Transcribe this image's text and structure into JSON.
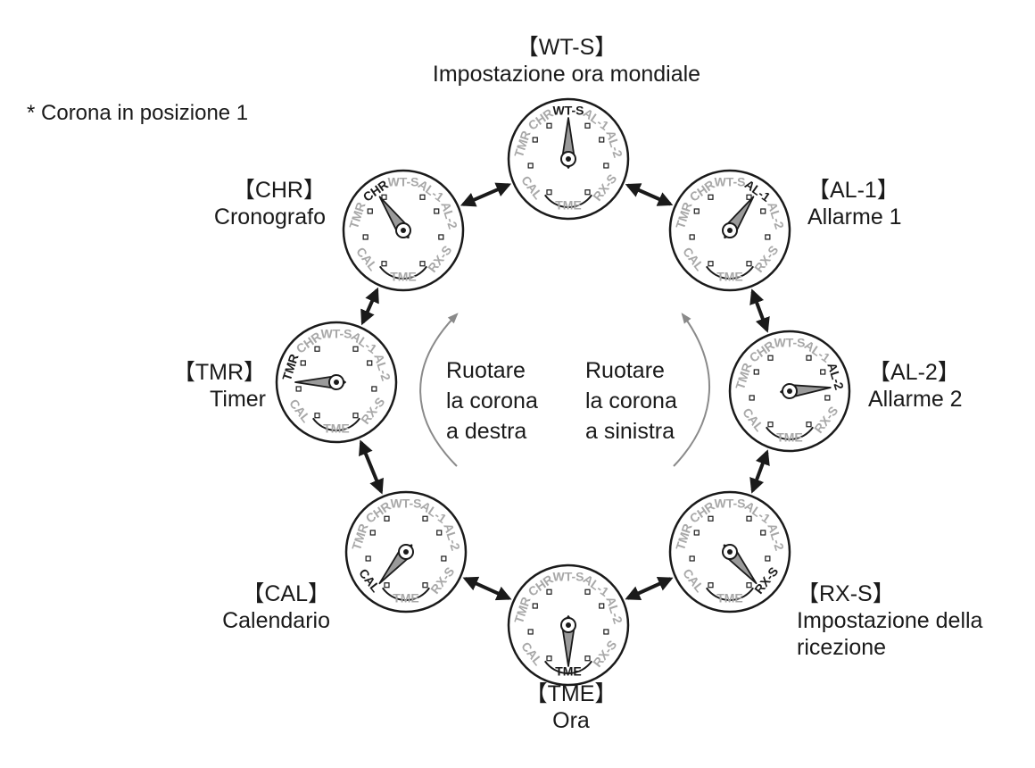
{
  "note": "* Corona in posizione 1",
  "dial_labels": [
    "WT-S",
    "AL-1",
    "AL-2",
    "RX-S",
    "TME",
    "CAL",
    "TMR",
    "CHR"
  ],
  "modes": [
    {
      "code": "【WT-S】",
      "name": "Impostazione ora mondiale",
      "selected_index": 0
    },
    {
      "code": "【AL-1】",
      "name": "Allarme 1",
      "selected_index": 1
    },
    {
      "code": "【AL-2】",
      "name": "Allarme 2",
      "selected_index": 2
    },
    {
      "code": "【RX-S】",
      "name": "Impostazione della ricezione",
      "name_line2": "ricezione",
      "name_line1": "Impostazione della",
      "selected_index": 3
    },
    {
      "code": "【TME】",
      "name": "Ora",
      "selected_index": 4
    },
    {
      "code": "【CAL】",
      "name": "Calendario",
      "selected_index": 5
    },
    {
      "code": "【TMR】",
      "name": "Timer",
      "selected_index": 6
    },
    {
      "code": "【CHR】",
      "name": "Cronografo",
      "selected_index": 7
    }
  ],
  "rotate_right": {
    "line1": "Ruotare",
    "line2": "la corona",
    "line3": "a destra"
  },
  "rotate_left": {
    "line1": "Ruotare",
    "line2": "la corona",
    "line3": "a sinistra"
  },
  "colors": {
    "ink": "#1a1a1a",
    "inactive": "#a8a8a8",
    "arrow": "#1a1a1a",
    "guide": "#8a8a8a",
    "hand_fill": "#9a9a9a"
  }
}
